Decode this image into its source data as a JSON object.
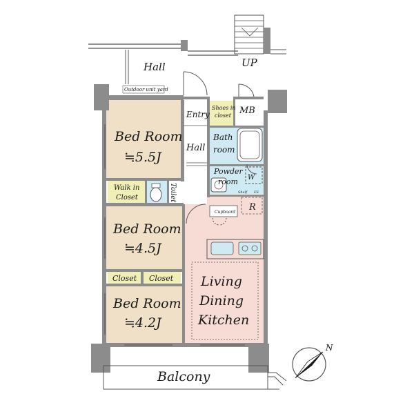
{
  "labels": {
    "hall_top": "Hall",
    "up": "UP",
    "outdoor_unit_yard": "Outdoor unit yard",
    "entry": "Entry",
    "shoes_line1": "Shoes in",
    "shoes_line2": "closet",
    "mb": "MB",
    "bed1_name": "Bed Room",
    "bed1_size": "≒5.5J",
    "hall_inner": "Hall",
    "bath_line1": "Bath",
    "bath_line2": "room",
    "powder_line1": "Powder",
    "powder_line2": "room",
    "wm": "W",
    "shelf": "Shelf",
    "fs": "FS",
    "walkin_line1": "Walk in",
    "walkin_line2": "Closet",
    "toilet": "Toilet",
    "cupboard": "Cupboard",
    "refrigerator": "R",
    "bed2_name": "Bed Room",
    "bed2_size": "≒4.5J",
    "closet_a": "Closet",
    "closet_b": "Closet",
    "ldk_line1": "Living",
    "ldk_line2": "Dining",
    "ldk_line3": "Kitchen",
    "bed3_name": "Bed Room",
    "bed3_size": "≒4.2J",
    "balcony": "Balcony",
    "north": "N"
  },
  "colors": {
    "wall": "#8c8c8c",
    "bedroom": "#efe0c7",
    "ldk": "#f7dcd6",
    "wet": "#cfeaf2",
    "closet": "#f1efb8",
    "hall": "#ffffff",
    "outline": "#555555"
  }
}
